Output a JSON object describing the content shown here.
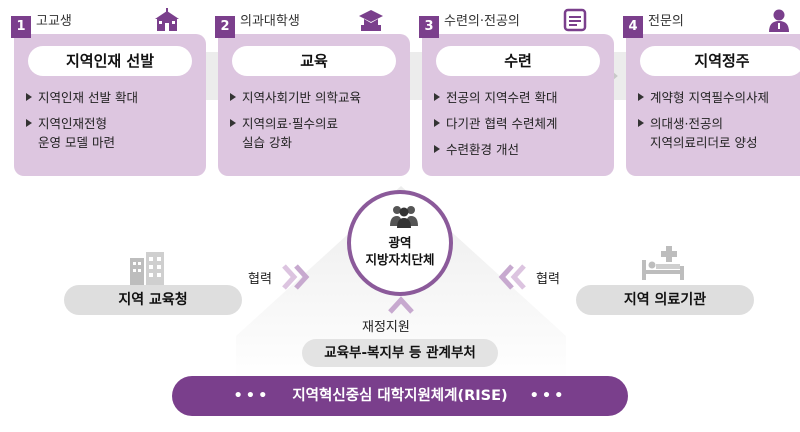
{
  "stages": [
    {
      "num": "1",
      "title": "고교생",
      "icon": "school-icon",
      "pill": "지역인재 선발",
      "items": [
        "지역인재 선발 확대",
        "지역인재전형\n운영 모델 마련"
      ]
    },
    {
      "num": "2",
      "title": "의과대학생",
      "icon": "graduation-cap-icon",
      "pill": "교육",
      "items": [
        "지역사회기반 의학교육",
        "지역의료·필수의료\n실습 강화"
      ]
    },
    {
      "num": "3",
      "title": "수련의·전공의",
      "icon": "document-icon",
      "pill": "수련",
      "items": [
        "전공의 지역수련 확대",
        "다기관 협력 수련체계",
        "수련환경 개선"
      ]
    },
    {
      "num": "4",
      "title": "전문의",
      "icon": "doctor-icon",
      "pill": "지역정주",
      "items": [
        "계약형 지역필수의사제",
        "의대생·전공의\n지역의료리더로 양성"
      ]
    }
  ],
  "center": {
    "line1": "광역",
    "line2": "지방자치단체",
    "icon": "people-icon"
  },
  "left": {
    "label": "지역 교육청",
    "collab": "협력",
    "icon": "building-icon"
  },
  "right": {
    "label": "지역 의료기관",
    "collab": "협력",
    "icon": "hospital-bed-icon"
  },
  "finance": {
    "label": "재정지원",
    "box": "교육부-복지부 등 관계부처"
  },
  "rise": {
    "text": "지역혁신중심 대학지원체계(RISE)",
    "dots": "•••"
  },
  "colors": {
    "primary": "#7a3f8c",
    "card": "#ddc6e0",
    "gray": "#dedede"
  }
}
